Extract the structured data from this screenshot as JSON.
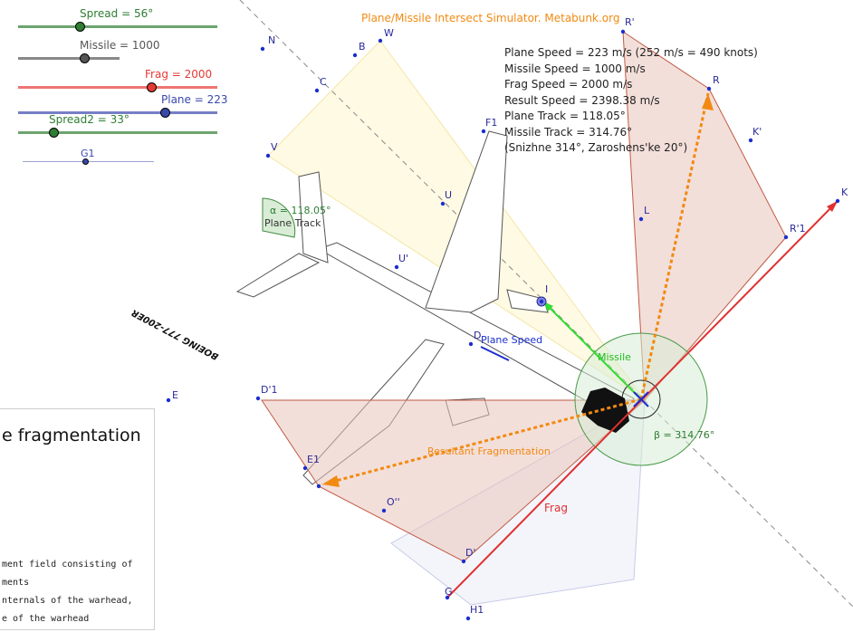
{
  "title": "Plane/Missile Intersect Simulator. Metabunk.org",
  "sliders": [
    {
      "label": "Spread = 56°",
      "color": "#2e7d32",
      "fraction": 0.31
    },
    {
      "label": "Missile = 1000",
      "color": "#555555",
      "fraction": 0.66
    },
    {
      "label": "Frag = 2000",
      "color": "#e53935",
      "fraction": 0.67
    },
    {
      "label": "Plane = 223",
      "color": "#3949ab",
      "fraction": 0.74
    },
    {
      "label": "Spread2 = 33°",
      "color": "#2e7d32",
      "fraction": 0.18
    },
    {
      "label": "G1",
      "color": "#3949ab",
      "fraction": 0.48
    }
  ],
  "info_lines": [
    "Plane Speed = 223 m/s (252 m/s = 490 knots)",
    "Missile Speed = 1000 m/s",
    "Frag Speed = 2000 m/s",
    "Result Speed = 2398.38 m/s",
    "Plane Track = 118.05°",
    "Missile Track = 314.76°",
    "(Snizhne 314°, Zaroshens'ke 20°)"
  ],
  "diagram_labels": {
    "alpha": "α = 118.05°",
    "plane_track": "Plane Track",
    "plane_speed": "Plane Speed",
    "missile": "Missile",
    "beta": "β = 314.76°",
    "resultant": "Resultant Fragmentation",
    "frag": "Frag",
    "aircraft": "BOEING 777-200ER"
  },
  "points": [
    "N",
    "B",
    "W",
    "C",
    "V",
    "F1",
    "U",
    "U'",
    "R'",
    "R",
    "K'",
    "L",
    "R'1",
    "K",
    "I",
    "D",
    "E",
    "D'1",
    "E1",
    "O''",
    "D'",
    "G",
    "H1"
  ],
  "doc_panel": {
    "heading": "e fragmentation",
    "lines": [
      "ment field consisting of",
      "ments",
      "nternals of the warhead,",
      "e of the warhead"
    ]
  }
}
